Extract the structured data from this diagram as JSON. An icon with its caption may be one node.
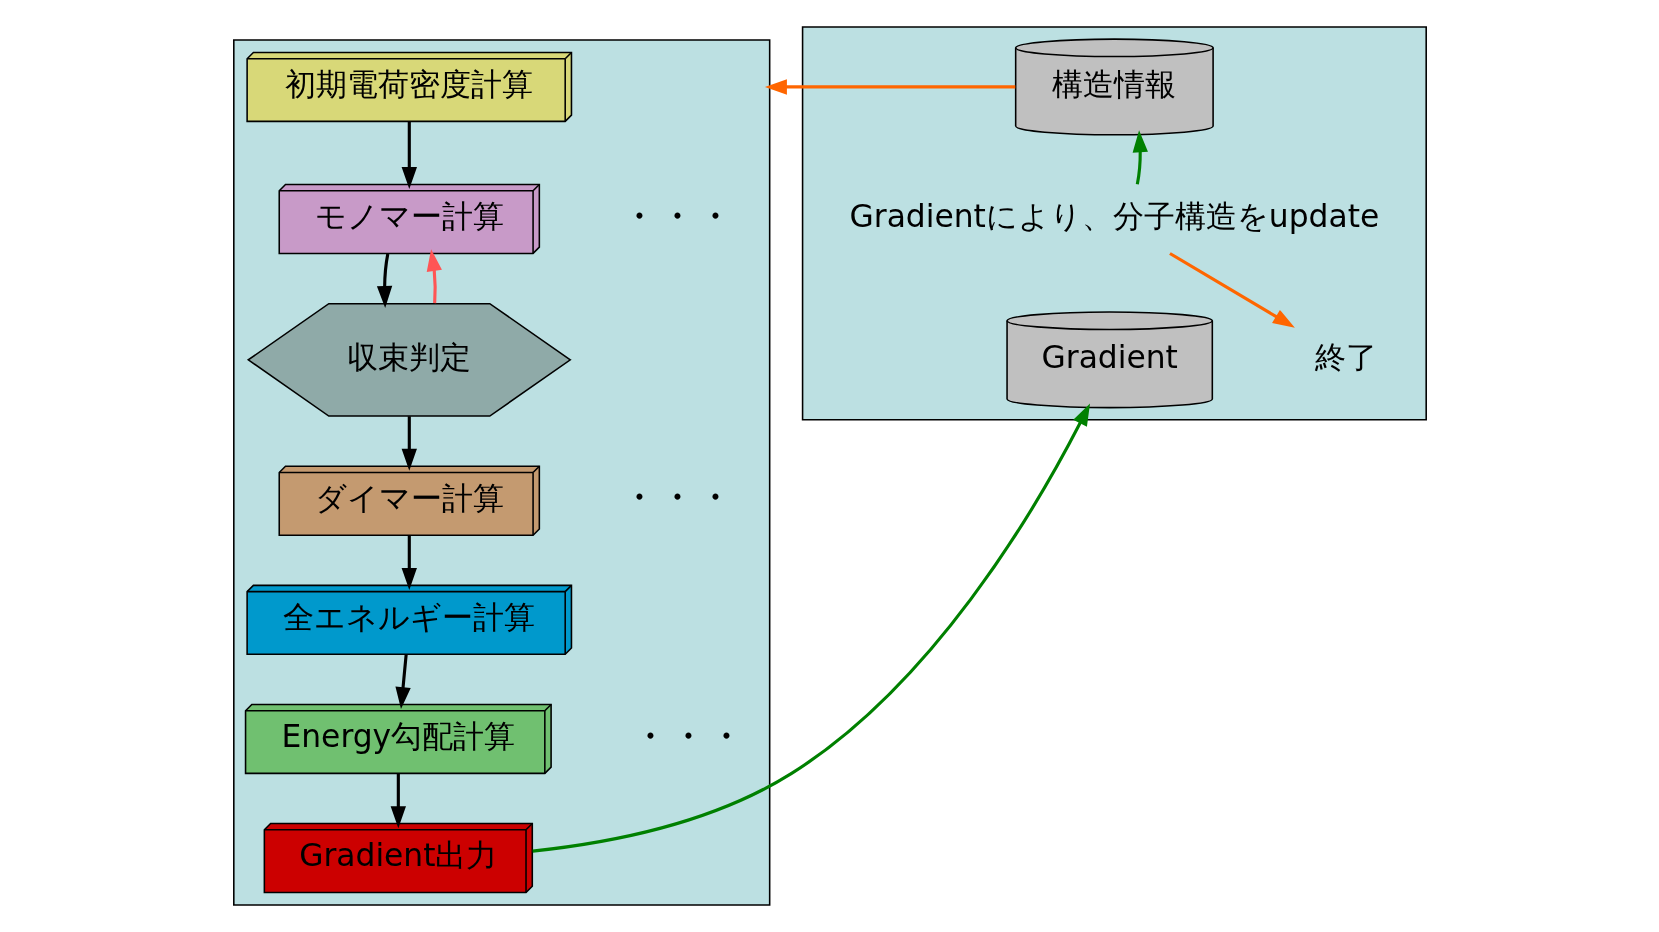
{
  "diagram": {
    "nodes": [
      {
        "text": [],
        "shape": "box"
      },
      {
        "text": [
          "初期電荷密度計算"
        ],
        "in": 0
      },
      {
        "text": [
          "モノマー計算"
        ],
        "in": 0,
        "beside": [
          "・・・"
        ]
      },
      {
        "text": [
          "収束判定"
        ],
        "in": 0
      },
      {
        "text": [
          "ダイマー計算"
        ],
        "in": 0,
        "beside": [
          "・・・"
        ]
      },
      {
        "text": [
          "全エネルギー計算"
        ],
        "in": 0
      },
      {
        "text": [
          "Energy勾配計算"
        ],
        "in": 0,
        "beside": [
          "・・・"
        ]
      },
      {
        "text": [
          "Gradient出力"
        ],
        "in": 0
      },
      {
        "text": [],
        "shape": "box"
      },
      {
        "text": [
          "構造情報"
        ],
        "in": 8
      },
      {
        "text": [
          "Gradient"
        ],
        "in": 8
      },
      {
        "text": [
          "Gradientにより、分子構造をupdate"
        ],
        "in": 8
      },
      {
        "text": [
          "終了"
        ],
        "in": 8
      }
    ],
    "edges": [
      {
        "from": 1,
        "to": 2,
        "arrow": "to"
      },
      {
        "from": 2,
        "to": 3,
        "arrow": "to"
      },
      {
        "from": 3,
        "to": 2,
        "arrow": "to",
        "color": "#ff5555"
      },
      {
        "from": 3,
        "to": 4,
        "arrow": "to"
      },
      {
        "from": 4,
        "to": 5,
        "arrow": "to"
      },
      {
        "from": 5,
        "to": 6,
        "arrow": "to"
      },
      {
        "from": 6,
        "to": 7,
        "arrow": "to"
      },
      {
        "from": 7,
        "to": 10,
        "arrow": "to",
        "color": "#008000"
      },
      {
        "from": 9,
        "to": 0,
        "arrow": "to",
        "color": "#ff6600"
      },
      {
        "from": 11,
        "to": 9,
        "arrow": "to",
        "color": "#008000"
      },
      {
        "from": 11,
        "to": 12,
        "arrow": "to",
        "color": "#ff6600"
      }
    ]
  }
}
